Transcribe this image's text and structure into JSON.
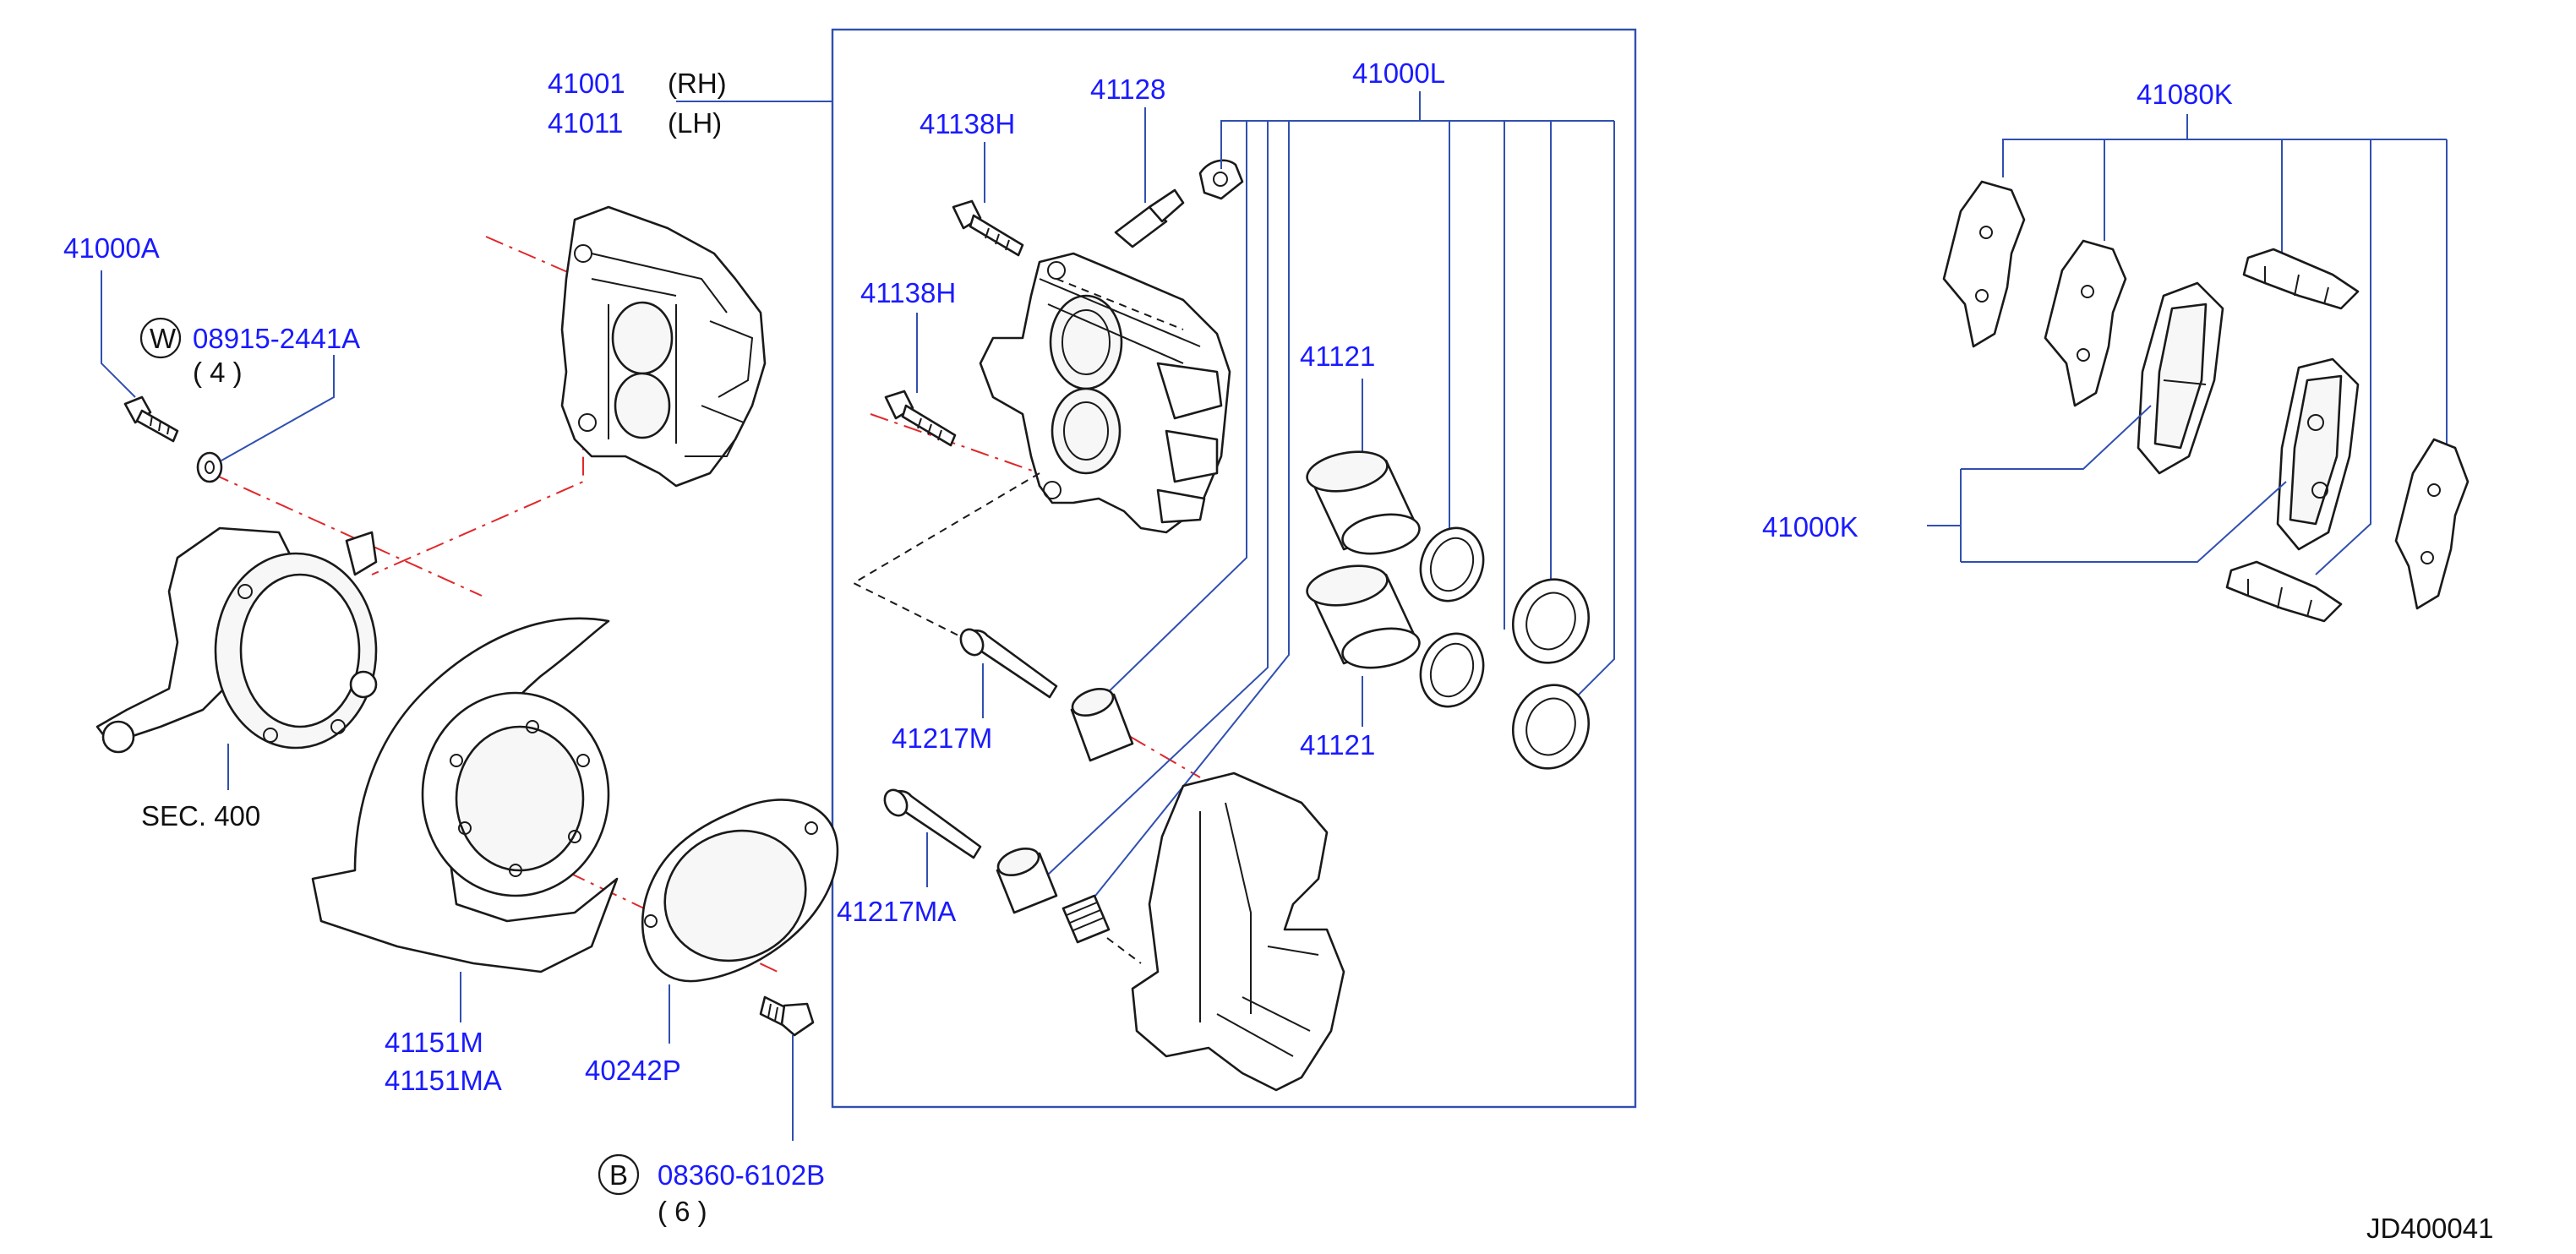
{
  "colors": {
    "label": "#1a1aff",
    "leader": "#3050b0",
    "centerline": "#e0282a",
    "ink": "#1a1a1a"
  },
  "labels": {
    "p41001": "41001",
    "p41011": "41011",
    "rh": "(RH)",
    "lh": "(LH)",
    "p41000A": "41000A",
    "w_marker": "W",
    "p08915": "08915-2441A",
    "qty4": "( 4 )",
    "sec400": "SEC.  400",
    "p41151M": "41151M",
    "p41151MA": "41151MA",
    "p40242P": "40242P",
    "b_marker": "B",
    "p08360": "08360-6102B",
    "qty6": "( 6   )",
    "p41138H_top": "41138H",
    "p41138H_mid": "41138H",
    "p41128": "41128",
    "p41000L": "41000L",
    "p41121_top": "41121",
    "p41121_bot": "41121",
    "p41217M": "41217M",
    "p41217MA": "41217MA",
    "p41080K": "41080K",
    "p41000K": "41000K",
    "diagram_code": "JD400041"
  },
  "icons": [
    "bolt-icon",
    "washer-icon",
    "steering-knuckle-icon",
    "caliper-icon",
    "dust-shield-icon",
    "plate-icon",
    "piston-icon",
    "seal-ring-icon",
    "guide-pin-icon",
    "boot-icon",
    "torque-member-icon",
    "brake-pad-icon",
    "shim-icon",
    "pad-clip-icon",
    "bleeder-screw-icon"
  ]
}
